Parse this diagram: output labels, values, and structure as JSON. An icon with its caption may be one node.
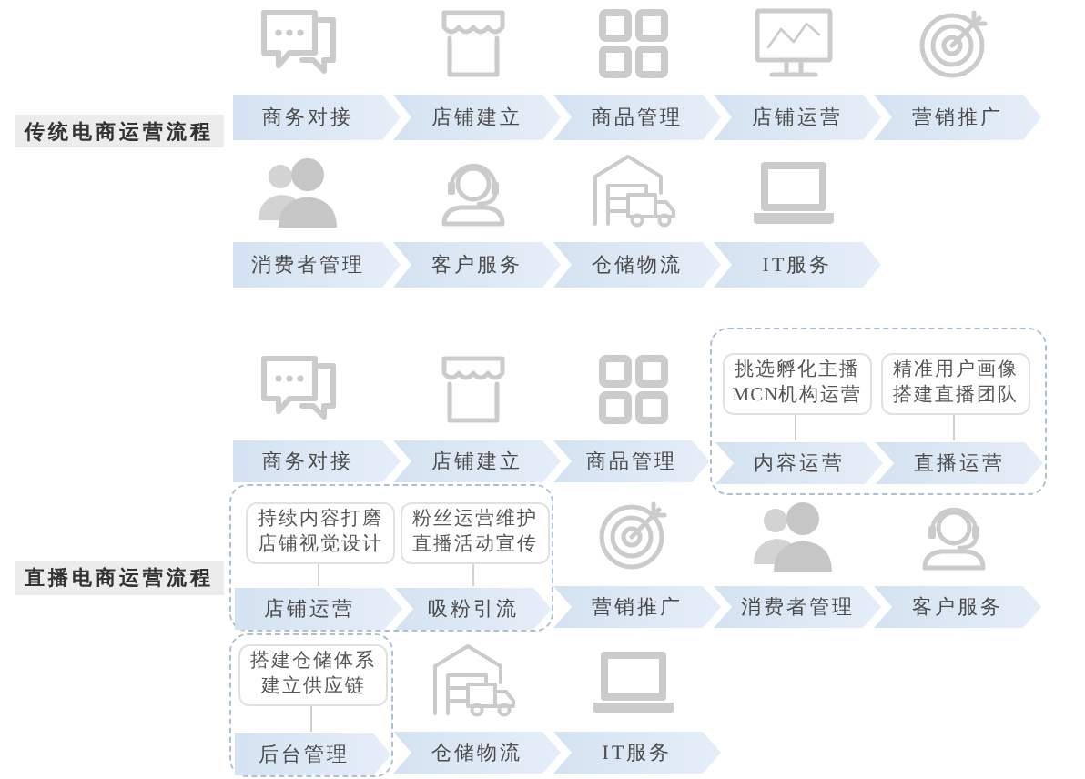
{
  "diagram": {
    "nodes": [
      {
        "text": [
          "传统电商运营流程"
        ]
      },
      {
        "text": [
          "商务对接"
        ]
      },
      {
        "text": [
          "店铺建立"
        ]
      },
      {
        "text": [
          "商品管理"
        ]
      },
      {
        "text": [
          "店铺运营"
        ]
      },
      {
        "text": [
          "营销推广"
        ]
      },
      {
        "text": [
          "消费者管理"
        ]
      },
      {
        "text": [
          "客户服务"
        ]
      },
      {
        "text": [
          "仓储物流"
        ]
      },
      {
        "text": [
          "IT服务"
        ]
      },
      {
        "text": [
          "直播电商运营流程"
        ]
      },
      {
        "text": [
          "商务对接"
        ]
      },
      {
        "text": [
          "店铺建立"
        ]
      },
      {
        "text": [
          "商品管理"
        ]
      },
      {
        "text": [],
        "shape": "box"
      },
      {
        "text": [
          "挑选孵化主播MCN机构运营"
        ],
        "in": 14
      },
      {
        "text": [
          "精准用户画像搭建直播团队"
        ],
        "in": 14
      },
      {
        "text": [
          "内容运营"
        ],
        "in": 14
      },
      {
        "text": [
          "直播运营"
        ],
        "in": 14
      },
      {
        "text": [],
        "shape": "box"
      },
      {
        "text": [
          "持续内容打磨店铺视觉设计"
        ],
        "in": 19
      },
      {
        "text": [
          "粉丝运营维护直播活动宣传"
        ],
        "in": 19
      },
      {
        "text": [
          "店铺运营"
        ],
        "in": 19
      },
      {
        "text": [
          "吸粉引流"
        ],
        "in": 19
      },
      {
        "text": [
          "营销推广"
        ]
      },
      {
        "text": [
          "消费者管理"
        ]
      },
      {
        "text": [
          "客户服务"
        ]
      },
      {
        "text": [],
        "shape": "box"
      },
      {
        "text": [
          "搭建仓储体系建立供应链"
        ],
        "in": 27
      },
      {
        "text": [
          "后台管理"
        ],
        "in": 27
      },
      {
        "text": [
          "仓储物流"
        ]
      },
      {
        "text": [
          "IT服务"
        ]
      }
    ],
    "edges": [
      {
        "from": 15,
        "to": 17,
        "arrow": "none"
      },
      {
        "from": 16,
        "to": 18,
        "arrow": "none"
      },
      {
        "from": 20,
        "to": 22,
        "arrow": "none"
      },
      {
        "from": 21,
        "to": 23,
        "arrow": "none"
      },
      {
        "from": 28,
        "to": 29,
        "arrow": "none"
      }
    ]
  }
}
